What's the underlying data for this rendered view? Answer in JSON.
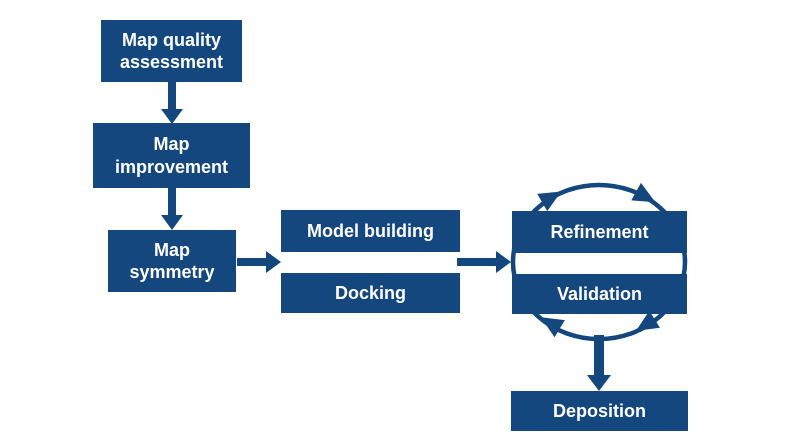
{
  "colors": {
    "accent": "#14477e",
    "box-text": "#ffffff",
    "background": "#ffffff"
  },
  "diagram": {
    "boxes": {
      "map_quality": {
        "label": "Map quality\nassessment"
      },
      "map_improvement": {
        "label": "Map\nimprovement"
      },
      "map_symmetry": {
        "label": "Map\nsymmetry"
      },
      "model_building": {
        "label": "Model building"
      },
      "docking": {
        "label": "Docking"
      },
      "refinement": {
        "label": "Refinement"
      },
      "validation": {
        "label": "Validation"
      },
      "deposition": {
        "label": "Deposition"
      }
    }
  }
}
